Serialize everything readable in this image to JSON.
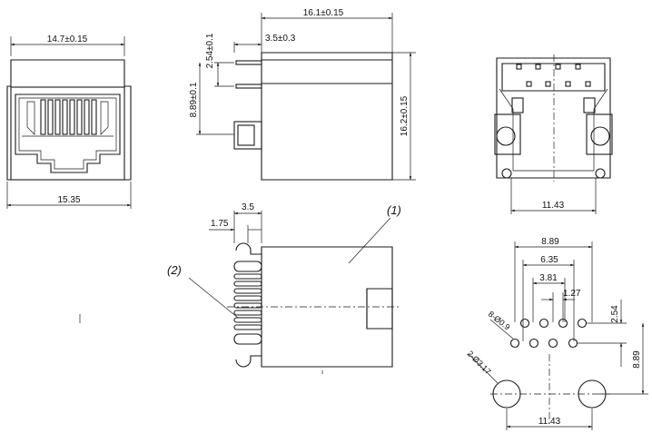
{
  "front_view": {
    "top_width": "14.7±0.15",
    "bottom_width": "15.35"
  },
  "side_view": {
    "depth": "16.1±0.15",
    "pin_offset": "3.5±0.3",
    "pin_pitch": "2.54±0.1",
    "pin_height": "8.89±0.1",
    "body_height": "16.2±0.15"
  },
  "rear_view": {
    "post_spacing": "11.43"
  },
  "top_view": {
    "dim_a": "3.5",
    "dim_b": "1.75",
    "callout_1": "(1)",
    "callout_2": "(2)"
  },
  "pcb_layout": {
    "row_span_outer": "8.89",
    "row_span_inner": "6.35",
    "mid_span": "3.81",
    "pin_pitch": "1.27",
    "row_offset": "2.54",
    "vertical_span": "8.89",
    "pin_holes": "8-Ø0.9",
    "post_holes": "2-Ø3.17",
    "post_spacing": "11.43"
  }
}
